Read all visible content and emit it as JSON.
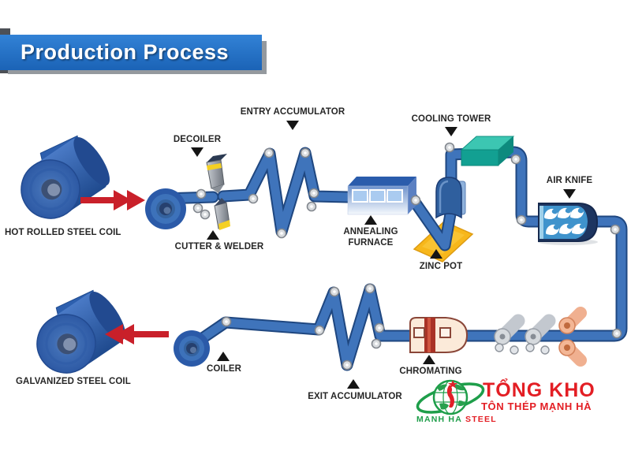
{
  "title": {
    "text": "Production Process"
  },
  "labels": {
    "hot_rolled_steel_coil": "HOT ROLLED STEEL COIL",
    "decoiler": "DECOILER",
    "cutter_welder": "CUTTER & WELDER",
    "entry_accumulator": "ENTRY ACCUMULATOR",
    "annealing_furnace": "ANNEALING FURNACE",
    "cooling_tower": "COOLING TOWER",
    "zinc_pot": "ZINC POT",
    "air_knife": "AIR KNIFE",
    "chromating": "CHROMATING",
    "exit_accumulator": "EXIT ACCUMULATOR",
    "coiler": "COILER",
    "galvanized_steel_coil": "GALVANIZED STEEL COIL"
  },
  "logo": {
    "line1": "TỔNG KHO",
    "line2": "TÔN THÉP MẠNH HÀ",
    "line3a": "MANH HA",
    "line3b": "STEEL"
  },
  "colors": {
    "banner_blue": "#1d6ec2",
    "strip_blue": "#3f74bb",
    "strip_outline": "#1f4780",
    "arrow_red": "#c9202a",
    "zinc_yellow": "#f7b71b",
    "cooling_teal": "#27bca9",
    "chromating_cream": "#fbead9",
    "logo_red": "#e31e24",
    "logo_green": "#1e9e4a"
  }
}
